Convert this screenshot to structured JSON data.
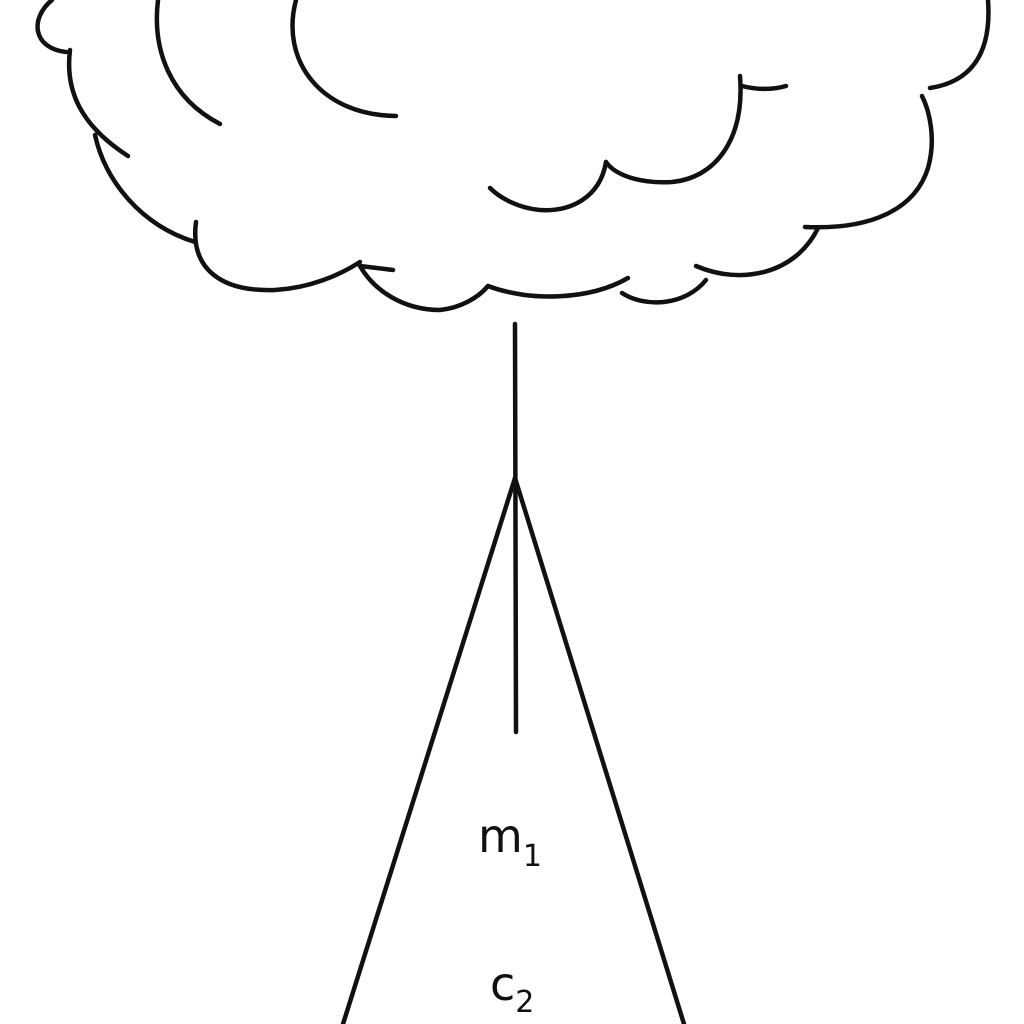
{
  "diagram": {
    "style": {
      "ink_color": "#111111",
      "background_color": "#ffffff"
    },
    "labels": {
      "upper": {
        "base": "m",
        "subscript": "1"
      },
      "lower": {
        "base": "c",
        "subscript": "2"
      }
    }
  }
}
